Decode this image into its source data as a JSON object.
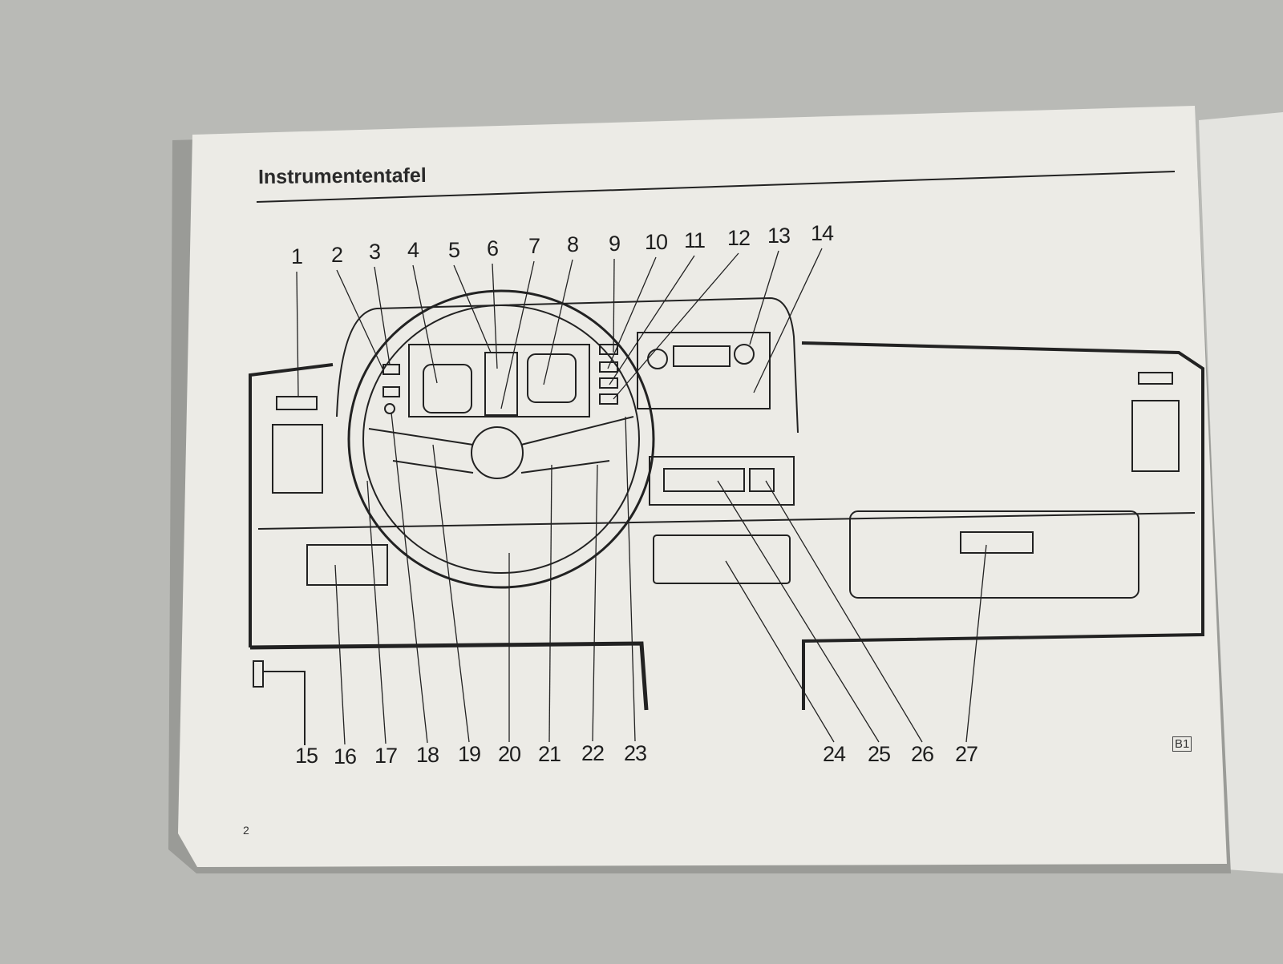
{
  "page": {
    "title": "Instrumententafel",
    "page_number": "2",
    "figure_code": "B1"
  },
  "diagram": {
    "subject": "dashboard",
    "callouts_top": [
      "1",
      "2",
      "3",
      "4",
      "5",
      "6",
      "7",
      "8",
      "9",
      "10",
      "11",
      "12",
      "13",
      "14"
    ],
    "callouts_bottom": [
      "15",
      "16",
      "17",
      "18",
      "19",
      "20",
      "21",
      "22",
      "23",
      "24",
      "25",
      "26",
      "27"
    ]
  }
}
